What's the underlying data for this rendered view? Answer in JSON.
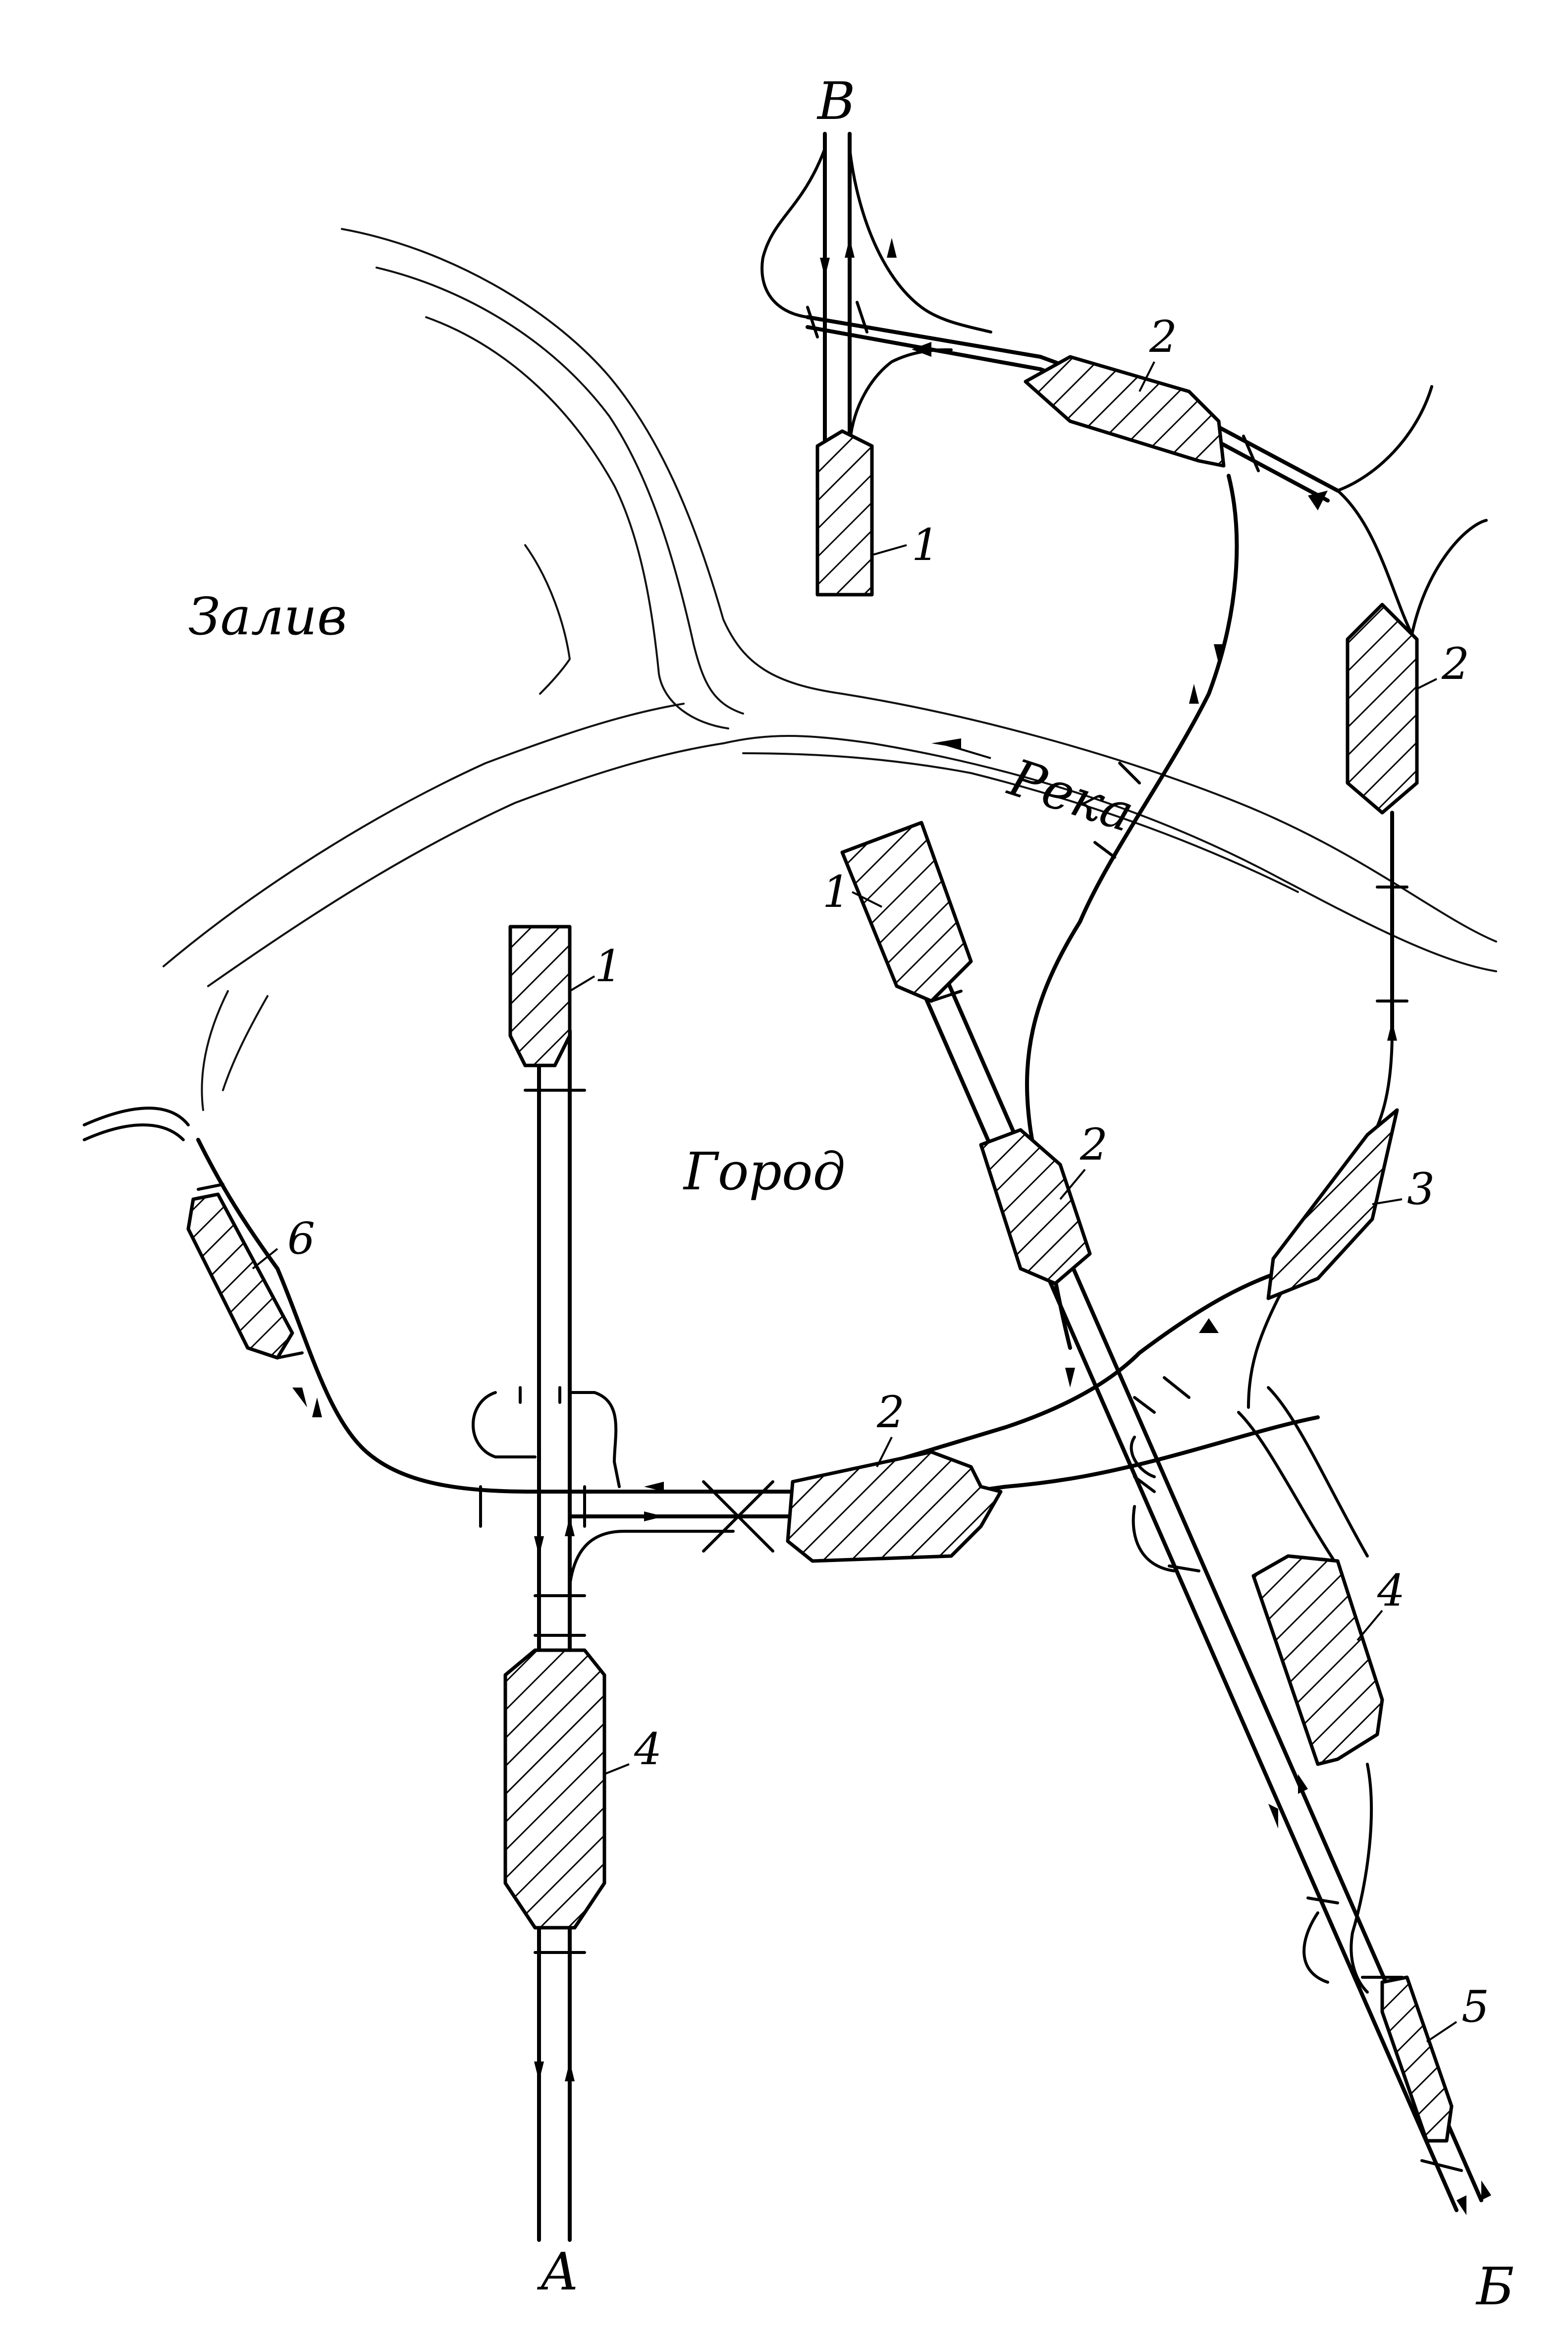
{
  "areas": {
    "bay": "Залив",
    "river": "Река",
    "city": "Город"
  },
  "endpoints": {
    "a": "А",
    "b": "Б",
    "v": "В"
  },
  "stations": [
    {
      "id": "s-1-north",
      "label": "1"
    },
    {
      "id": "s-2-north-left",
      "label": "2"
    },
    {
      "id": "s-2-north-right",
      "label": "2"
    },
    {
      "id": "s-1-center",
      "label": "1"
    },
    {
      "id": "s-1-diagonal",
      "label": "1"
    },
    {
      "id": "s-2-diagonal",
      "label": "2"
    },
    {
      "id": "s-3",
      "label": "3"
    },
    {
      "id": "s-6",
      "label": "6"
    },
    {
      "id": "s-2-center",
      "label": "2"
    },
    {
      "id": "s-4-center",
      "label": "4"
    },
    {
      "id": "s-4-right",
      "label": "4"
    },
    {
      "id": "s-5",
      "label": "5"
    }
  ]
}
